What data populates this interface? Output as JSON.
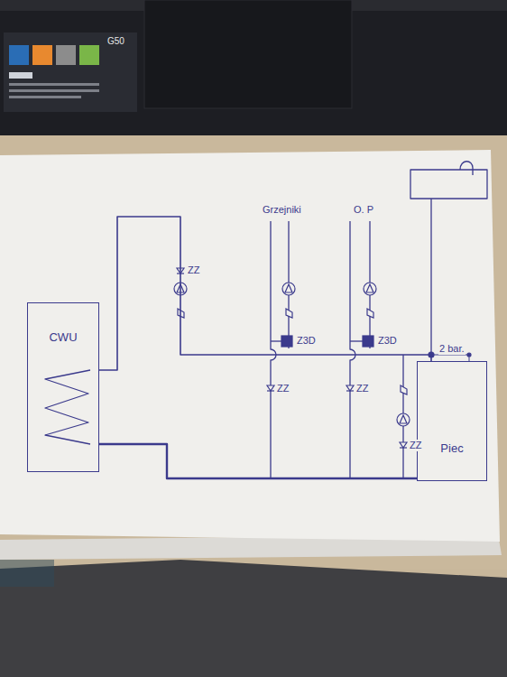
{
  "diagram": {
    "nodes": [
      {
        "text": [
          "CWU"
        ]
      },
      {
        "text": [
          "Piec"
        ]
      }
    ],
    "edges": [
      {
        "from": 0,
        "to": 1,
        "arrow": "none"
      },
      {
        "from": 0,
        "to": 1,
        "arrow": "none"
      }
    ],
    "labels": [
      "G50",
      "Grzejniki",
      "O. P",
      "ZZ",
      "Z3D",
      "Z3D",
      "2 bar.",
      "ZZ",
      "ZZ",
      "ZZ"
    ]
  }
}
